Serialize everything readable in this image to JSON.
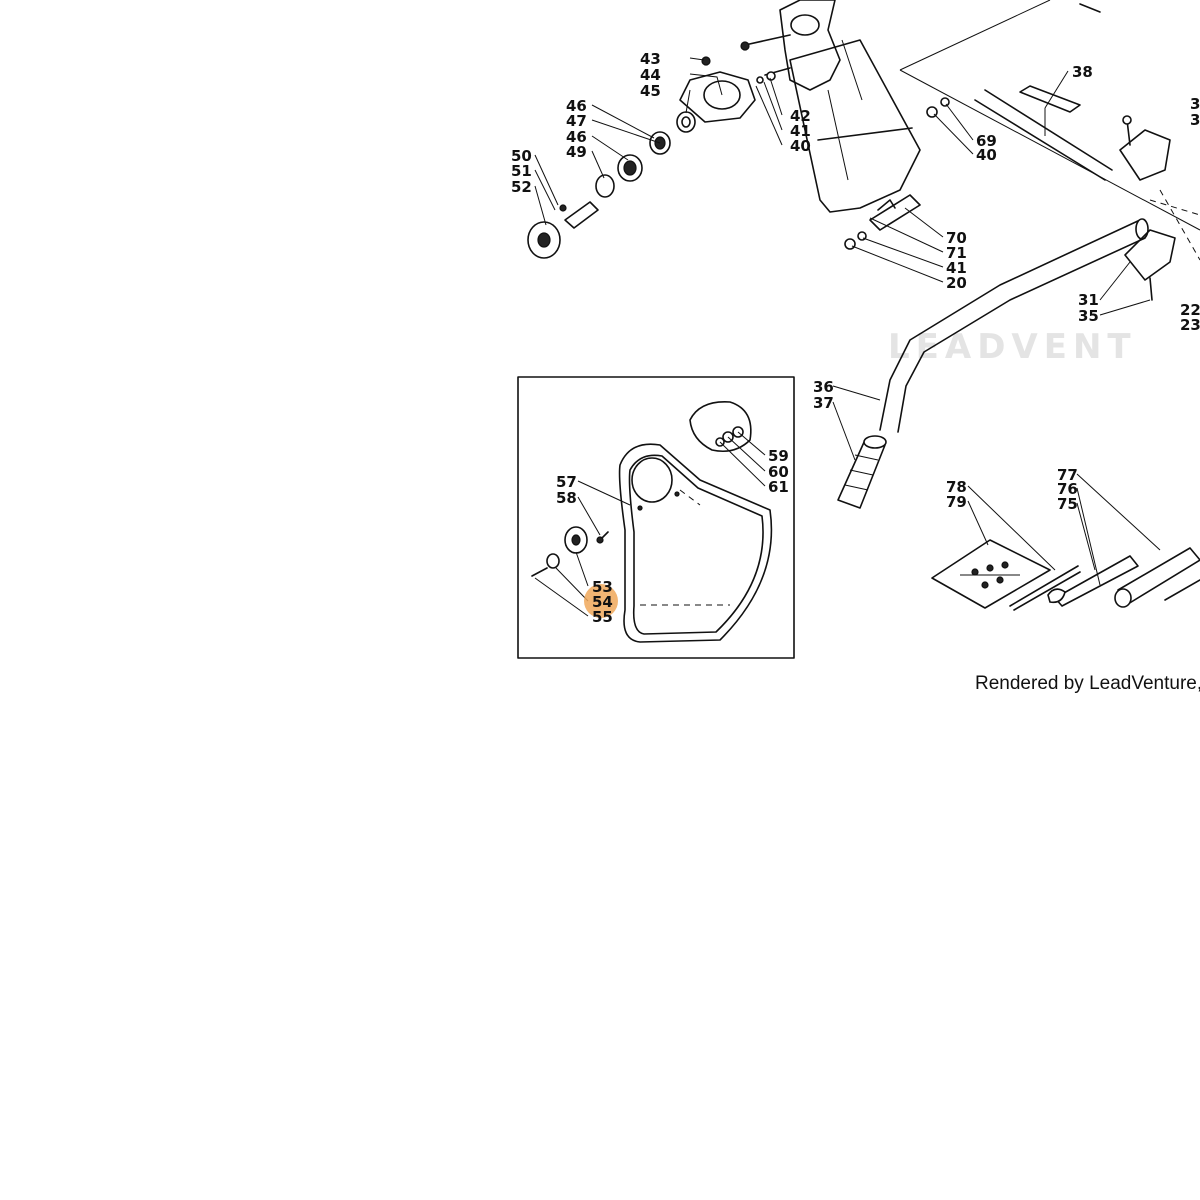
{
  "watermark": "LEADVENT",
  "caption": "Rendered by LeadVenture, I",
  "colors": {
    "highlight": "#f0a85a",
    "ink": "#111111"
  },
  "callouts": [
    "38",
    "43",
    "44",
    "45",
    "46",
    "47",
    "46",
    "49",
    "42",
    "41",
    "40",
    "69",
    "40",
    "50",
    "51",
    "52",
    "70",
    "71",
    "41",
    "20",
    "31",
    "35",
    "22",
    "23",
    "3",
    "3",
    "36",
    "37",
    "57",
    "58",
    "59",
    "60",
    "61",
    "53",
    "54",
    "55",
    "78",
    "79",
    "77",
    "76",
    "75"
  ],
  "highlighted_callout": "54"
}
